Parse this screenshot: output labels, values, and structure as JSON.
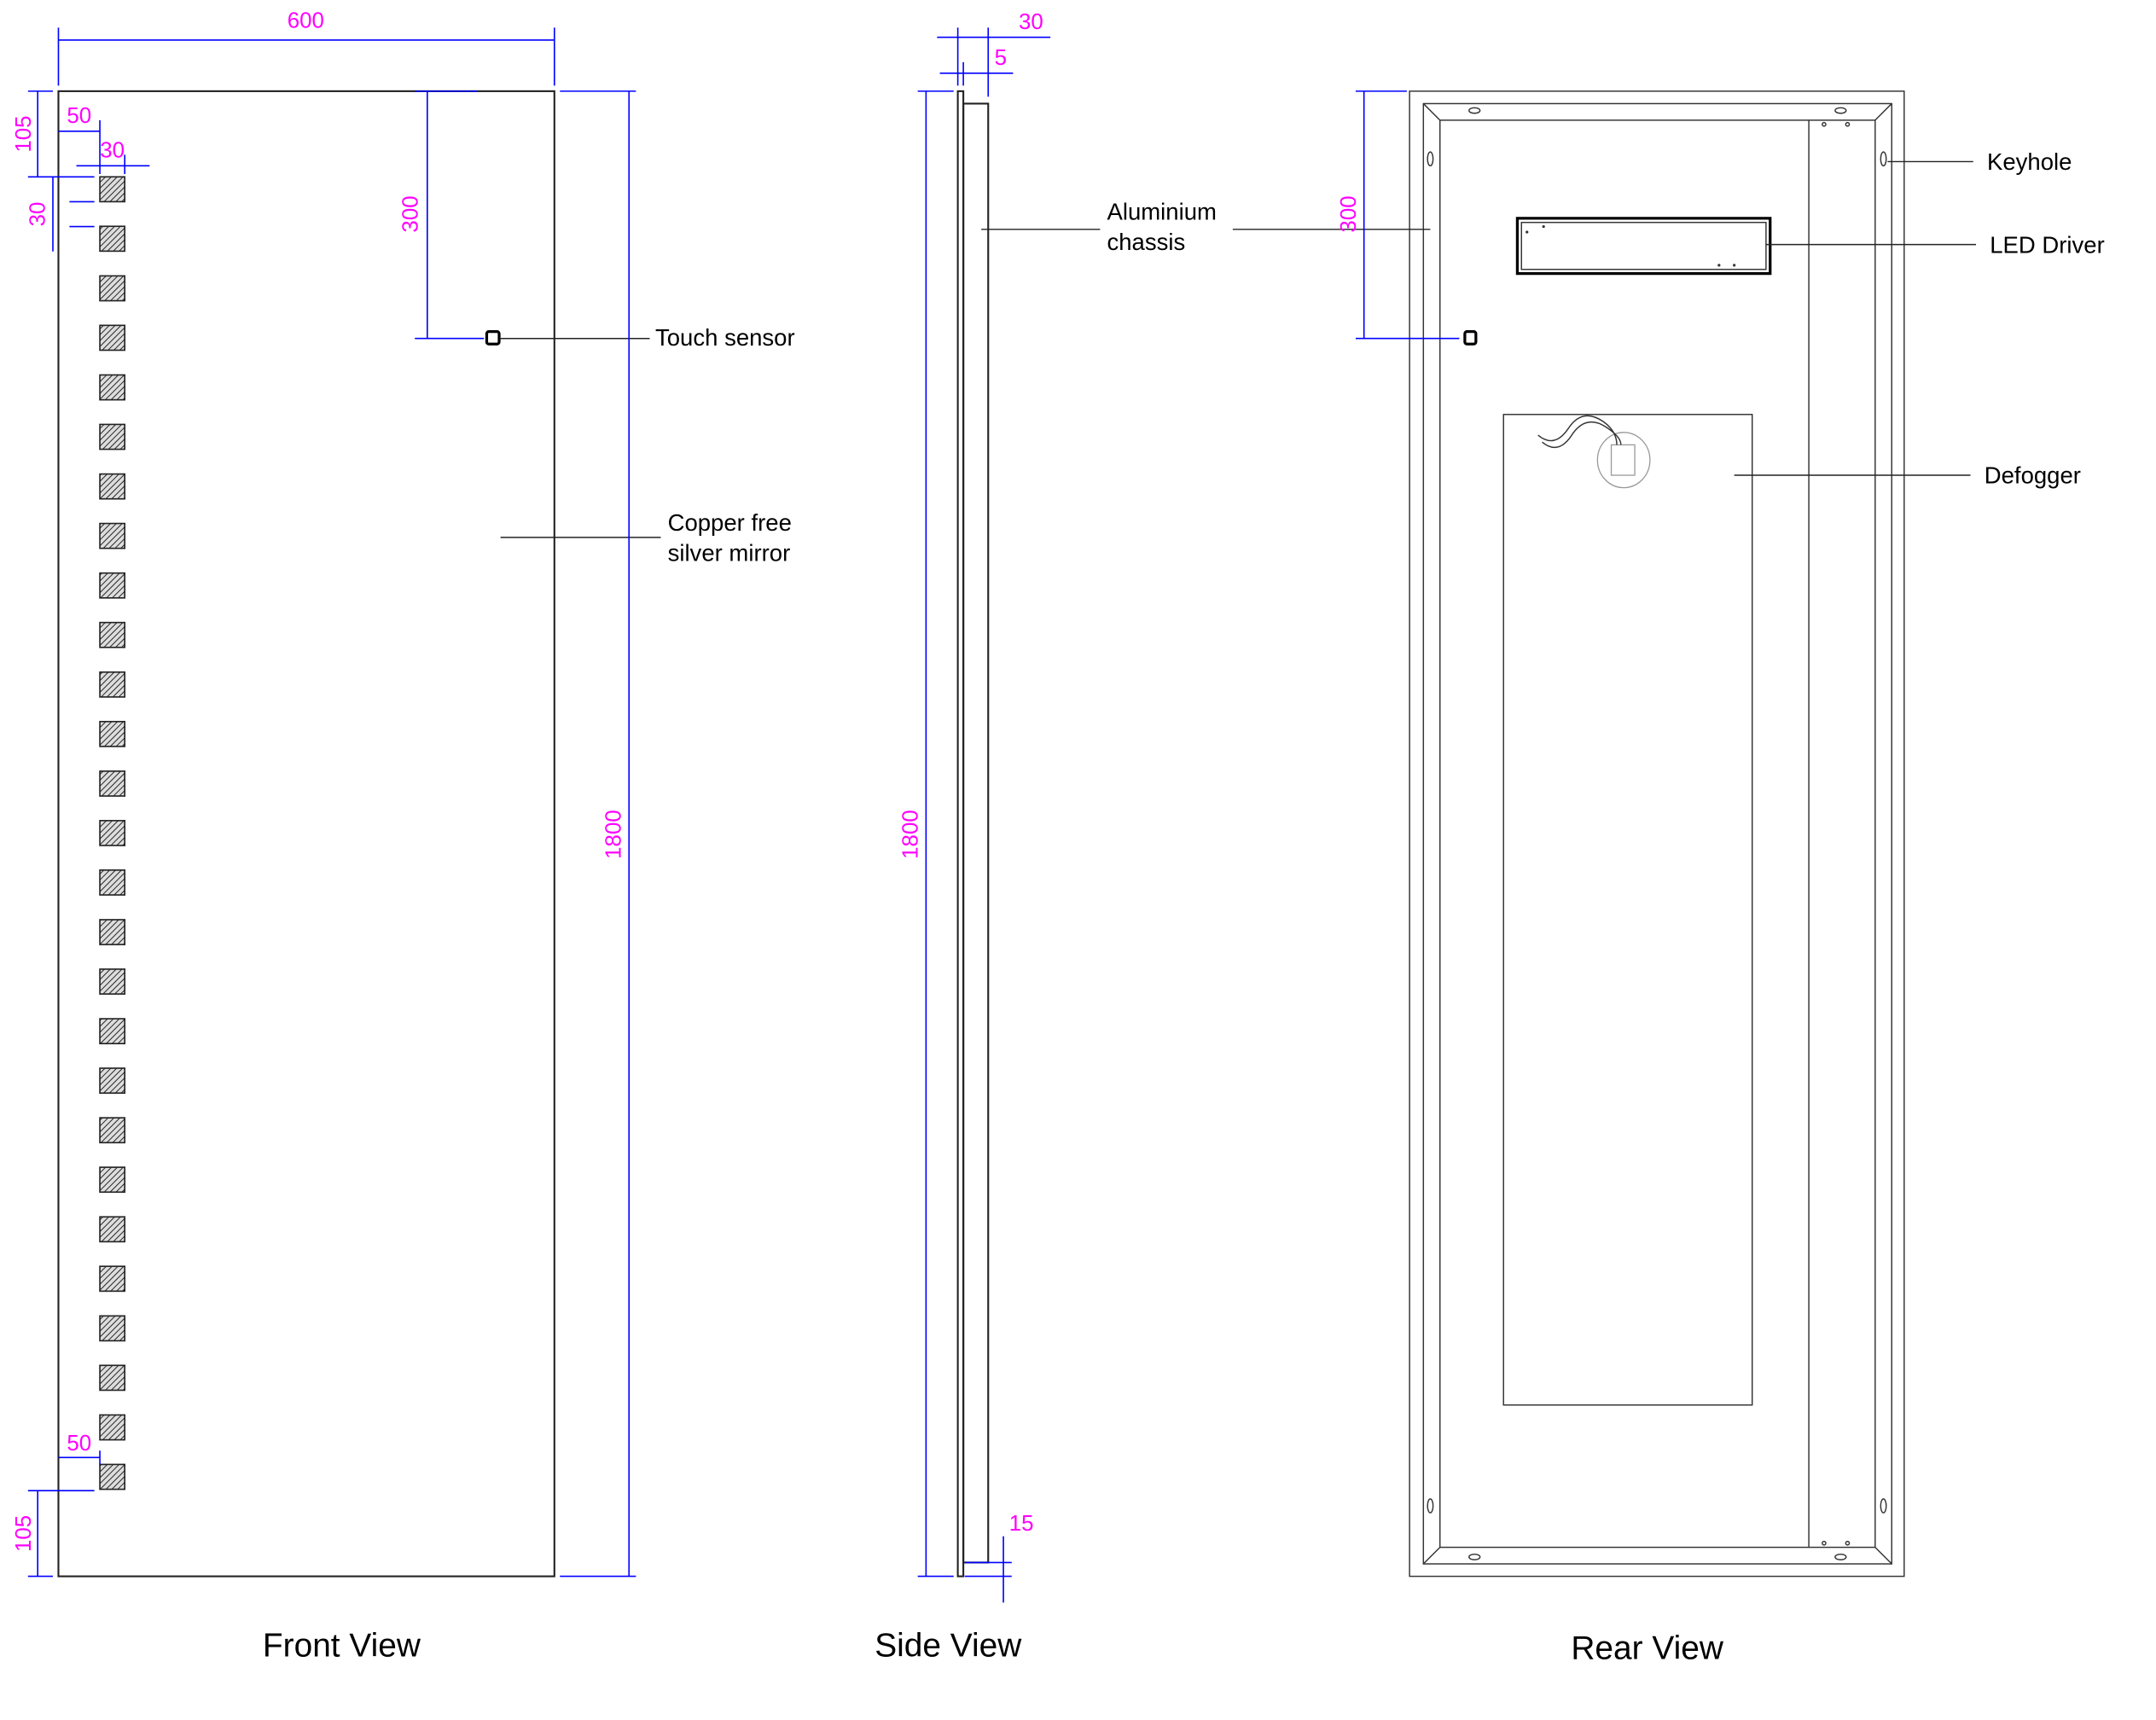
{
  "views": {
    "front": {
      "title": "Front View",
      "dims": {
        "width": "600",
        "top_offset": "105",
        "side_offset": "50",
        "square_width": "30",
        "square_gap": "30",
        "sensor_offset": "300",
        "height": "1800",
        "bottom_side_offset": "50",
        "bottom_offset": "105"
      },
      "labels": {
        "touch_sensor": "Touch sensor",
        "mirror_line1": "Copper free",
        "mirror_line2": "silver mirror"
      },
      "led_square_count": 27
    },
    "side": {
      "title": "Side View",
      "dims": {
        "depth": "30",
        "glass": "5",
        "height": "1800",
        "bottom": "15"
      },
      "labels": {
        "chassis_line1": "Aluminium",
        "chassis_line2": "chassis"
      }
    },
    "rear": {
      "title": "Rear View",
      "dims": {
        "sensor_offset": "300"
      },
      "labels": {
        "keyhole": "Keyhole",
        "led_driver": "LED Driver",
        "defogger": "Defogger"
      }
    }
  },
  "colors": {
    "dimension_line": "#0000ff",
    "dimension_text": "#ff00ff"
  }
}
